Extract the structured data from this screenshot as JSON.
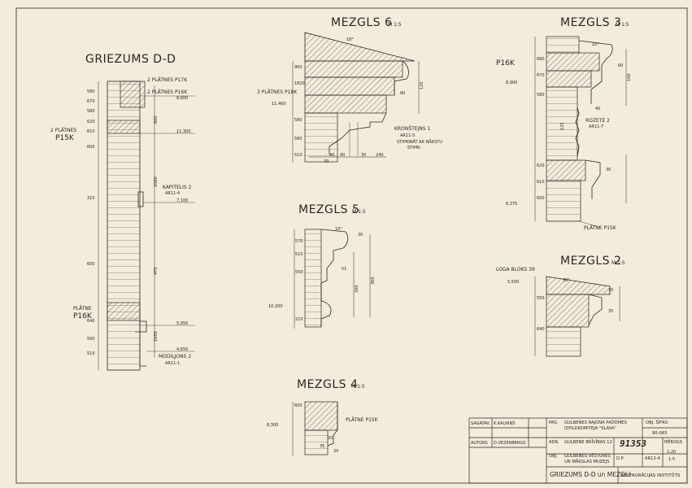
{
  "titles": {
    "section": "GRIEZUMS D-D",
    "node6": "MEZGLS 6",
    "node3": "MEZGLS 3",
    "node5": "MEZGLS 5",
    "node2": "MEZGLS 2",
    "node4": "MEZGLS 4",
    "scale": "M 1:5"
  },
  "section_dd": {
    "labels": {
      "p17k": "2 PLĀTNES P17K",
      "p16k_top": "2 PLĀTNES P16K",
      "p15k_a": "2 PLĀTNES",
      "p15k_b": "P15K",
      "kapitelis": "KAPITELIS 2",
      "kapitelis_ref": "AR11-4",
      "platne_a": "PLĀTNE",
      "platne_b": "P16K",
      "modiljons": "MODIĻJONS 2",
      "modiljons_ref": "AR11-1"
    },
    "left_dims": [
      "580",
      "670",
      "580",
      "620",
      "610",
      "600",
      "310",
      "600",
      "640",
      "590",
      "510"
    ],
    "right_dims": [
      "600",
      "2060",
      "470",
      "1050"
    ],
    "levels": [
      "8,600",
      "11,300",
      "7,100",
      "5,050",
      "4,650"
    ]
  },
  "node6": {
    "labels": {
      "p18k": "3 PLĀTNES P18K",
      "kronstejns": "KRONŠTEJNS 1",
      "ref": "AR11-5",
      "note1": "STIPRINĀT AR NĀKSTU",
      "note2": "STIPRI",
      "level": "11,460",
      "angle": "18°"
    },
    "dims": [
      "900",
      "1820",
      "580",
      "580",
      "510",
      "80",
      "120",
      "240",
      "70",
      "40",
      "40",
      "30"
    ]
  },
  "node3": {
    "labels": {
      "p16k": "P16K",
      "rozete": "ROZETE 2",
      "ref": "AR11-7",
      "platne": "PLĀTNE P15K",
      "level_top": "8,900",
      "level_bot": "6,375",
      "angle": "10°"
    },
    "dims": [
      "690",
      "670",
      "580",
      "620",
      "610",
      "600",
      "100",
      "60",
      "40",
      "125",
      "30"
    ]
  },
  "node5": {
    "labels": {
      "level": "10,200",
      "angle": "10°"
    },
    "dims": [
      "570",
      "510",
      "550",
      "300",
      "200",
      "210",
      "30",
      "51"
    ]
  },
  "node2": {
    "labels": {
      "loga": "LOGA BLOKS 39",
      "level": "5,500",
      "angle": "30°"
    },
    "dims": [
      "550",
      "640",
      "30",
      "35"
    ]
  },
  "node4": {
    "labels": {
      "platne": "PLĀTNE P15K",
      "level": "8,300"
    },
    "dims": [
      "600",
      "35",
      "20",
      "20"
    ]
  },
  "title_block": {
    "rows": [
      {
        "role": "SAGATAV.",
        "name": "K.KALNIŅŠ"
      },
      {
        "role": "AUTORS",
        "name": "D.VEZENBERGS"
      }
    ],
    "pas_label": "PAS.",
    "pas_text1": "GULBENES RAJONA PADOMES",
    "pas_text2": "IZPILDKOMITEJA \"SLAVA\"",
    "adr_label": "ADR.",
    "adr_text": "GULBENE BRĪVĪBAS 12",
    "obj_label": "OBJ.",
    "obj_text1": "GULBENES VĒSTURES",
    "obj_text2": "UN MĀKSLAS MUZEJS",
    "number_label": "OBJ. ŠIFRS",
    "number": "90-083",
    "arch_no": "91353",
    "stage": "D.P.",
    "sheet": "AR11-4",
    "scale_label": "MĒROGS",
    "scale1": "1:20",
    "scale2": "1:5",
    "drawing_title": "GRIEZUMS D-D un MEZGLI",
    "institute": "RESTAURĀCIJAS INSTITŪTS"
  },
  "colors": {
    "paper": "#f3ecdc",
    "ink": "#2a2620"
  }
}
